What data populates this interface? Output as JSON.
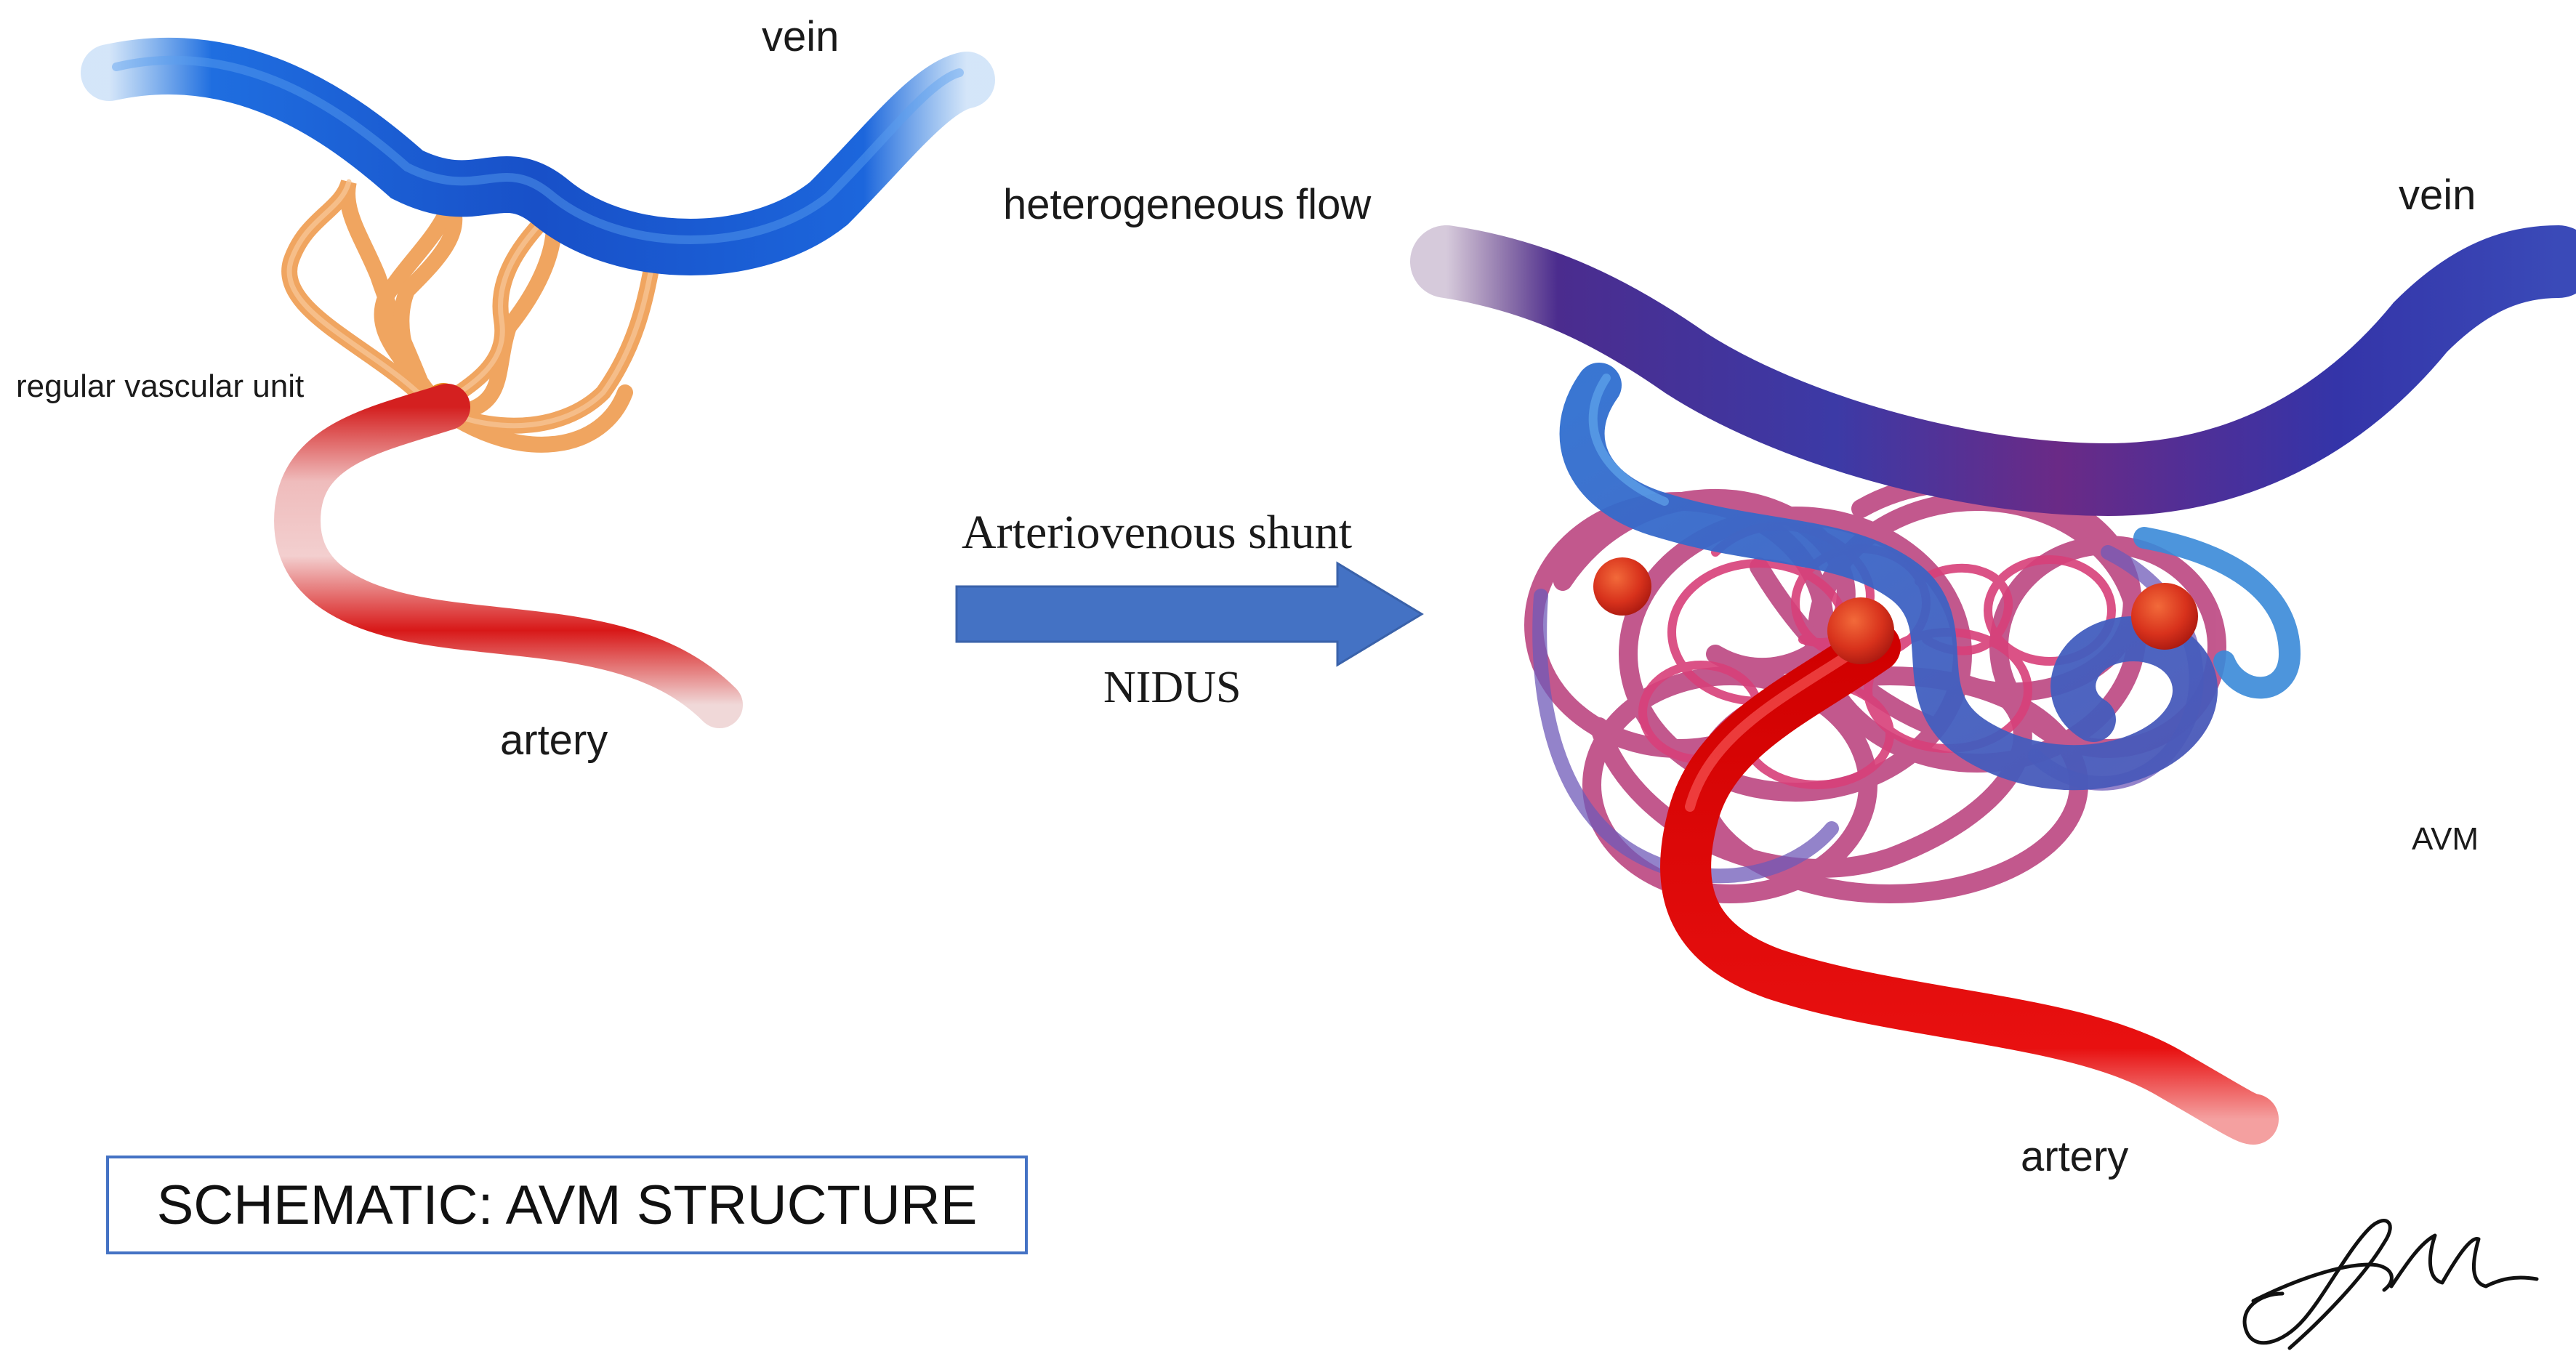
{
  "left_panel": {
    "vein_label": "vein",
    "unit_label": "regular vascular unit",
    "artery_label": "artery"
  },
  "right_panel": {
    "flow_label": "heterogeneous flow",
    "vein_label": "vein",
    "avm_label": "AVM",
    "artery_label": "artery"
  },
  "shunt_arrow": {
    "top_label": "Arteriovenous shunt",
    "bottom_label": "NIDUS",
    "color": "#4472c4"
  },
  "title_box": {
    "text": "SCHEMATIC: AVM STRUCTURE",
    "border_color": "#4472c4"
  },
  "colors": {
    "vein_blue": "#1a5fd6",
    "artery_red": "#e01515",
    "capillary_orange": "#f0a05a",
    "nidus_magenta": "#b03a78",
    "mixed_vein_purple": "#4a2a8a"
  },
  "signature": "artist-signature"
}
